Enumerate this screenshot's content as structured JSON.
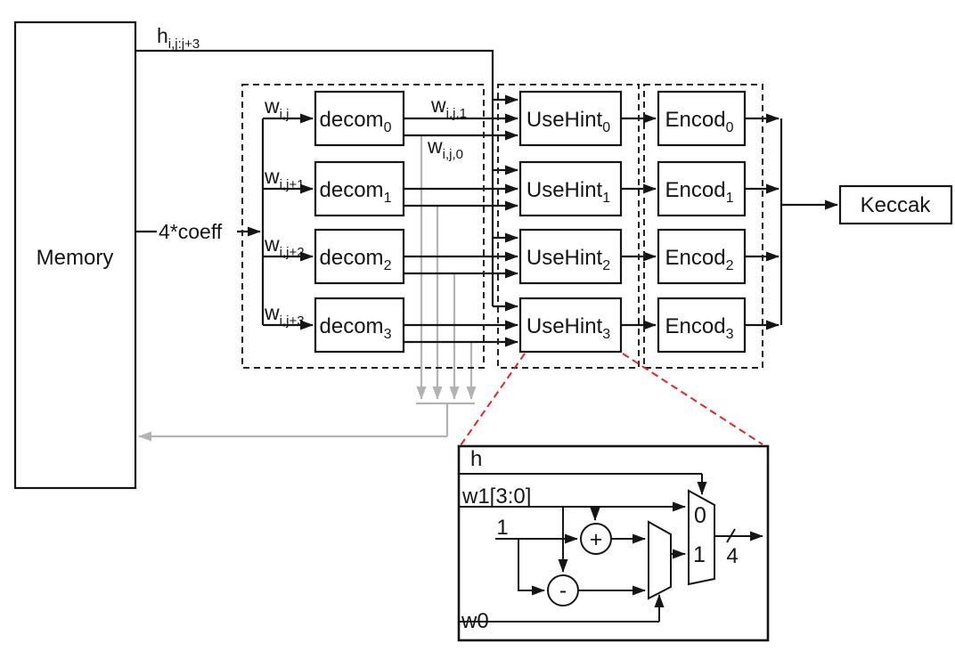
{
  "diagram": {
    "memory": {
      "label": "Memory"
    },
    "keccak": {
      "label": "Keccak"
    },
    "h_bus": {
      "base": "h",
      "sub": "i,j:j+3"
    },
    "coeff_label": "4*coeff",
    "rows": [
      {
        "input": {
          "base": "w",
          "sub": "i,j"
        },
        "decom": {
          "base": "decom",
          "sub": "0"
        },
        "usehint": {
          "base": "UseHint",
          "sub": "0"
        },
        "encod": {
          "base": "Encod",
          "sub": "0"
        }
      },
      {
        "input": {
          "base": "w",
          "sub": "i,j+1"
        },
        "decom": {
          "base": "decom",
          "sub": "1"
        },
        "usehint": {
          "base": "UseHint",
          "sub": "1"
        },
        "encod": {
          "base": "Encod",
          "sub": "1"
        }
      },
      {
        "input": {
          "base": "w",
          "sub": "i,j+2"
        },
        "decom": {
          "base": "decom",
          "sub": "2"
        },
        "usehint": {
          "base": "UseHint",
          "sub": "2"
        },
        "encod": {
          "base": "Encod",
          "sub": "2"
        }
      },
      {
        "input": {
          "base": "w",
          "sub": "i,j+3"
        },
        "decom": {
          "base": "decom",
          "sub": "3"
        },
        "usehint": {
          "base": "UseHint",
          "sub": "3"
        },
        "encod": {
          "base": "Encod",
          "sub": "3"
        }
      }
    ],
    "decom_outputs": {
      "upper": {
        "base": "w",
        "sub": "i,j,1"
      },
      "lower": {
        "base": "w",
        "sub": "i,j,0"
      }
    }
  },
  "inset": {
    "h_label": "h",
    "w1_label": "w1[3:0]",
    "const_one_label": "1",
    "adder_label": "+",
    "subtractor_label": "-",
    "w0_label": "w0",
    "mux_input_0_label": "0",
    "mux_input_1_label": "1",
    "output_width_label": "4"
  },
  "colors": {
    "line": "#151515",
    "feedback_gray": "#b3b3b3",
    "zoom_red": "#e5232b",
    "background": "#ffffff"
  }
}
